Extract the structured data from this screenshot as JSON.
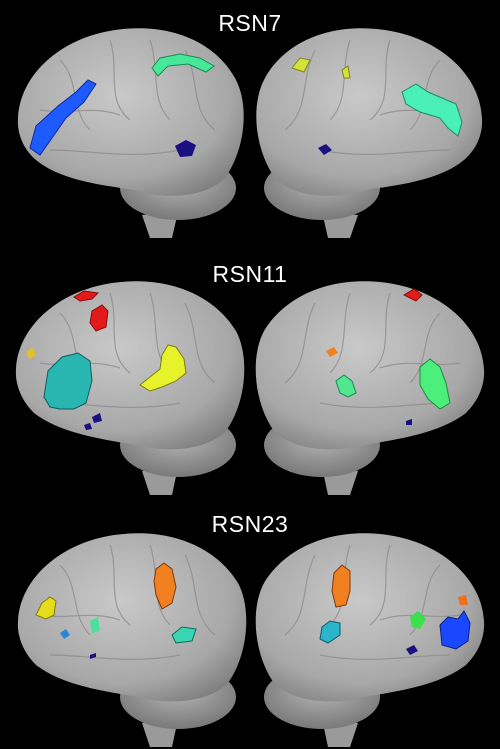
{
  "panels": [
    {
      "title": "RSN7",
      "blobs_left": [
        {
          "name": "frontal-blob",
          "color": "#1e5bff"
        },
        {
          "name": "parietal-blob",
          "color": "#48e89a"
        },
        {
          "name": "temporal-blob",
          "color": "#1a1080"
        }
      ],
      "blobs_right": [
        {
          "name": "superior-blob",
          "color": "#d4e23a"
        },
        {
          "name": "frontal-blob",
          "color": "#4bf0b8"
        },
        {
          "name": "temporal-blob",
          "color": "#1a1080"
        }
      ]
    },
    {
      "title": "RSN11",
      "blobs_left": [
        {
          "name": "superior-blob",
          "color": "#e41a1a"
        },
        {
          "name": "frontal-blob",
          "color": "#2ab6b0"
        },
        {
          "name": "parietal-blob",
          "color": "#e8f22a"
        }
      ],
      "blobs_right": [
        {
          "name": "superior-blob",
          "color": "#e41a1a"
        },
        {
          "name": "parietal-blob",
          "color": "#4fe890"
        },
        {
          "name": "frontal-blob",
          "color": "#4cee7c"
        }
      ]
    },
    {
      "title": "RSN23",
      "blobs_left": [
        {
          "name": "frontal-blob",
          "color": "#e6dc1c"
        },
        {
          "name": "central-blob",
          "color": "#f08020"
        },
        {
          "name": "temporal-blob",
          "color": "#3ad6b4"
        }
      ],
      "blobs_right": [
        {
          "name": "central-blob",
          "color": "#f08020"
        },
        {
          "name": "temporal-blob",
          "color": "#2ab6c8"
        },
        {
          "name": "frontal-blob",
          "color": "#1a48ff"
        }
      ]
    }
  ]
}
